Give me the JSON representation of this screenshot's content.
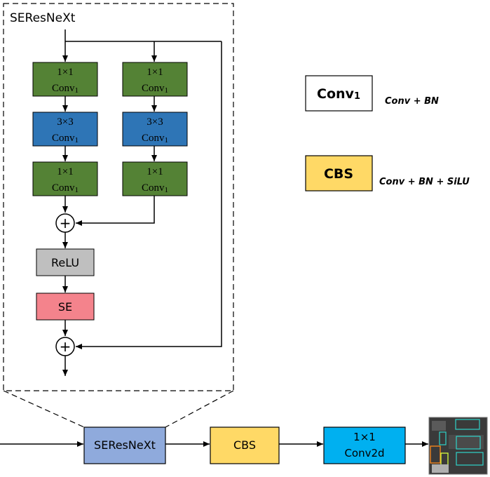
{
  "colors": {
    "conv_green": "#548235",
    "conv3_blue": "#2e75b6",
    "relu_gray": "#bfbfbf",
    "se_pink": "#f4838c",
    "cbs_yellow": "#ffd966",
    "seresnext_lavender": "#8faadc",
    "conv2d_cyan": "#00b0f0",
    "line": "#000000"
  },
  "block": {
    "title": "SEResNeXt",
    "branch_left": [
      {
        "line1": "1×1",
        "line2": "Conv",
        "sub": "1"
      },
      {
        "line1": "3×3",
        "line2": "Conv",
        "sub": "1"
      },
      {
        "line1": "1×1",
        "line2": "Conv",
        "sub": "1"
      }
    ],
    "branch_right": [
      {
        "line1": "1×1",
        "line2": "Conv",
        "sub": "1"
      },
      {
        "line1": "3×3",
        "line2": "Conv",
        "sub": "1"
      },
      {
        "line1": "1×1",
        "line2": "Conv",
        "sub": "1"
      }
    ],
    "plus_symbol": "+",
    "relu": "ReLU",
    "se": "SE"
  },
  "legend": {
    "conv1": {
      "label": "Conv",
      "sub": "1",
      "desc": "Conv + BN"
    },
    "cbs": {
      "label": "CBS",
      "desc": "Conv + BN + SiLU"
    }
  },
  "pipeline": {
    "seresnext": "SEResNeXt",
    "cbs": "CBS",
    "conv2d_line1": "1×1",
    "conv2d_line2": "Conv2d"
  }
}
